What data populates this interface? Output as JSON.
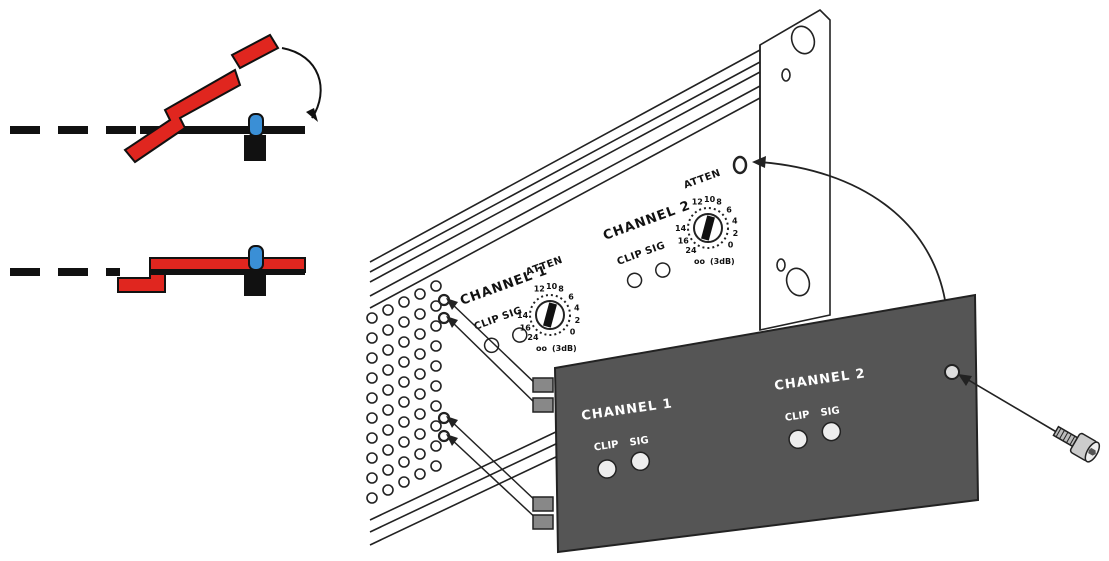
{
  "amplifier": {
    "channel1": {
      "title": "CHANNEL 1",
      "clip": "CLIP",
      "sig": "SIG"
    },
    "channel2": {
      "title": "CHANNEL 2",
      "clip": "CLIP",
      "sig": "SIG"
    },
    "atten_label": "ATTEN",
    "dial_ticks": [
      "12",
      "10",
      "8",
      "6",
      "4",
      "2",
      "0",
      "14",
      "16",
      "24"
    ],
    "dial_bottom": "oo",
    "dial_db": "(3dB)"
  },
  "cover_panel": {
    "channel1": {
      "title": "CHANNEL 1",
      "clip": "CLIP",
      "sig": "SIG"
    },
    "channel2": {
      "title": "CHANNEL 2",
      "clip": "CLIP",
      "sig": "SIG"
    }
  },
  "colors": {
    "panel": "#555555",
    "red_part": "#e0261f",
    "blue_led": "#3a8fd6",
    "line": "#1a1a1a"
  }
}
